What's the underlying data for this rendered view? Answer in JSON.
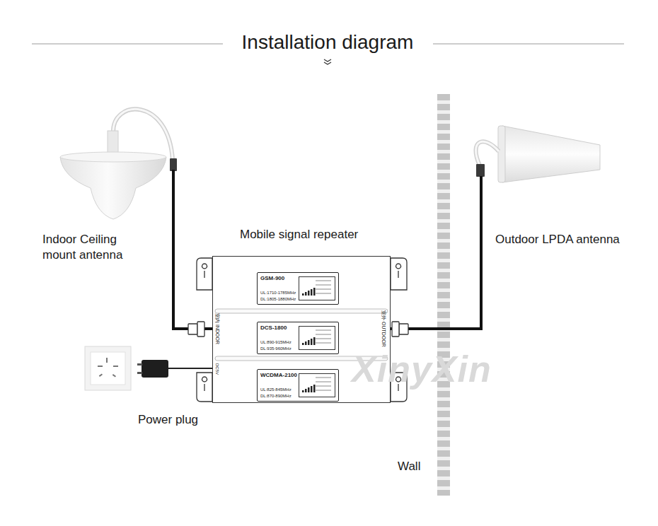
{
  "diagram": {
    "title": "Installation diagram",
    "nodes": [
      {
        "text": [
          "Indoor Ceiling mount antenna"
        ]
      },
      {
        "text": [
          "Mobile signal repeater"
        ]
      },
      {
        "text": [
          "GSM-900",
          "UL:1710-1785MHz",
          "DL:1805-1880MHz"
        ],
        "in": 1
      },
      {
        "text": [
          "DCS-1800",
          "UL:890-915MHz",
          "DL:935-960MHz"
        ],
        "in": 1
      },
      {
        "text": [
          "WCDMA-2100",
          "UL:825-845MHz",
          "DL:870-890MHz"
        ],
        "in": 1
      },
      {
        "text": [
          "Outdoor LPDA antenna"
        ]
      },
      {
        "text": [
          "Power plug"
        ]
      }
    ],
    "edges": [
      {
        "from": 0,
        "to": 1,
        "arrow": "none"
      },
      {
        "from": 1,
        "to": 5,
        "arrow": "none"
      },
      {
        "from": 6,
        "to": 1,
        "arrow": "none"
      }
    ],
    "labels": [
      "室内 INDOOR",
      "室外 OUTDOOR",
      "DC5V",
      "Wall",
      "XinyXin"
    ]
  }
}
